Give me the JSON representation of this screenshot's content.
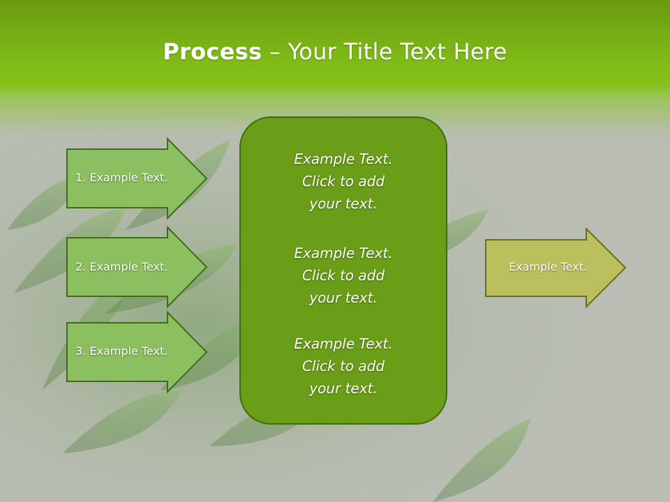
{
  "title": {
    "bold": "Process",
    "rest": " – Your Title Text Here"
  },
  "left_arrows": [
    {
      "label": "1. Example Text."
    },
    {
      "label": "2. Example Text."
    },
    {
      "label": "3. Example Text."
    }
  ],
  "center_box": {
    "blocks": [
      {
        "l1": "Example Text.",
        "l2": "Click  to add",
        "l3": "your text."
      },
      {
        "l1": "Example Text.",
        "l2": "Click  to add",
        "l3": "your text."
      },
      {
        "l1": "Example Text.",
        "l2": "Click  to add",
        "l3": "your text."
      }
    ]
  },
  "right_arrow": {
    "label": "Example Text."
  },
  "colors": {
    "header_green": "#7fbb17",
    "arrow_fill": "#8cbf5f",
    "arrow_stroke": "#3d6b1a",
    "box_fill": "#6a9e18",
    "box_stroke": "#3f6b12",
    "right_arrow_fill": "#bcbf5e",
    "right_arrow_stroke": "#6b6b1c"
  }
}
